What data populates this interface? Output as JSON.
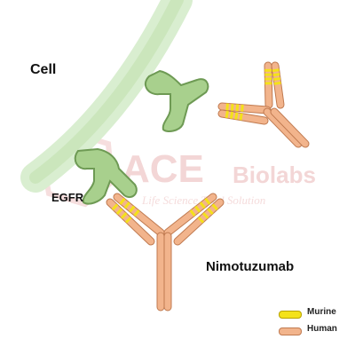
{
  "labels": {
    "cell": "Cell",
    "receptor": "EGFR",
    "antibody": "Nimotuzumab"
  },
  "legend": [
    {
      "label": "Murine",
      "color": "#f4e21a",
      "edge": "#b8a200"
    },
    {
      "label": "Human",
      "color": "#f2b48c",
      "edge": "#c07a50"
    }
  ],
  "watermark": {
    "brand": "ACE",
    "brand_suffix": "Biolabs",
    "tagline": "Life Science Total Solution"
  },
  "colors": {
    "membrane": "#cfe8c0",
    "receptor_fill": "#a8d08d",
    "receptor_edge": "#6e9a54",
    "human": "#f2b48c",
    "murine": "#f4e21a"
  }
}
